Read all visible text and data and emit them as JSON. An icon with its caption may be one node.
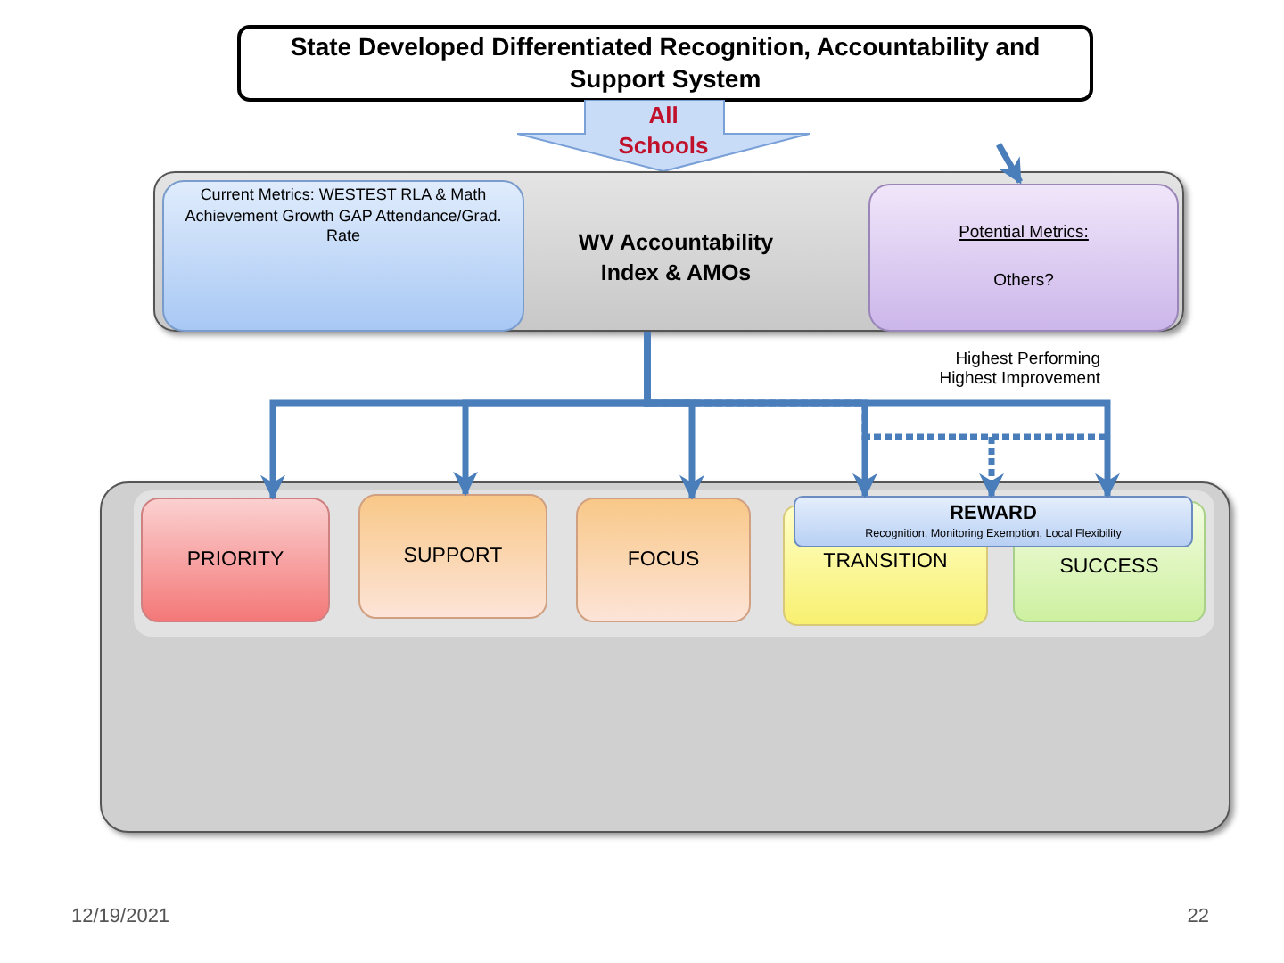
{
  "diagram": {
    "nodes": [
      {
        "text": [
          "State Developed Differentiated Recognition, Accountability and Support System"
        ]
      },
      {
        "text": [
          "All Schools"
        ]
      },
      {
        "text": [],
        "shape": "box"
      },
      {
        "text": [
          "Current Metrics: WESTEST RLA & Math Achievement Growth GAP Attendance/Grad. Rate"
        ],
        "in": 2
      },
      {
        "text": [
          "WV Accountability Index & AMOs"
        ],
        "in": 2
      },
      {
        "text": [
          "Potential Metrics:",
          "Others?"
        ],
        "in": 2
      },
      {
        "text": [],
        "shape": "box"
      },
      {
        "text": [
          "PRIORITY"
        ],
        "in": 6
      },
      {
        "text": [
          "SUPPORT"
        ],
        "in": 6
      },
      {
        "text": [
          "FOCUS"
        ],
        "in": 6
      },
      {
        "text": [
          "TRANSITION"
        ],
        "in": 6
      },
      {
        "text": [
          "SUCCESS"
        ],
        "in": 6
      },
      {
        "text": [
          "REWARD",
          "Recognition, Monitoring Exemption, Local Flexibility"
        ],
        "in": 6
      }
    ],
    "edges": [
      {
        "from": null,
        "to": 5,
        "arrow": "to"
      },
      {
        "from": 2,
        "to": 7,
        "arrow": "to"
      },
      {
        "from": 2,
        "to": 8,
        "arrow": "to"
      },
      {
        "from": 2,
        "to": 9,
        "arrow": "to"
      },
      {
        "from": 2,
        "to": 10,
        "arrow": "to"
      },
      {
        "from": 2,
        "to": 11,
        "arrow": "to"
      },
      {
        "from": 2,
        "to": 12,
        "arrow": "to",
        "style": "dashed"
      }
    ],
    "labels": [
      "Highest Performing Highest Improvement",
      "12/19/2021",
      "22"
    ]
  }
}
